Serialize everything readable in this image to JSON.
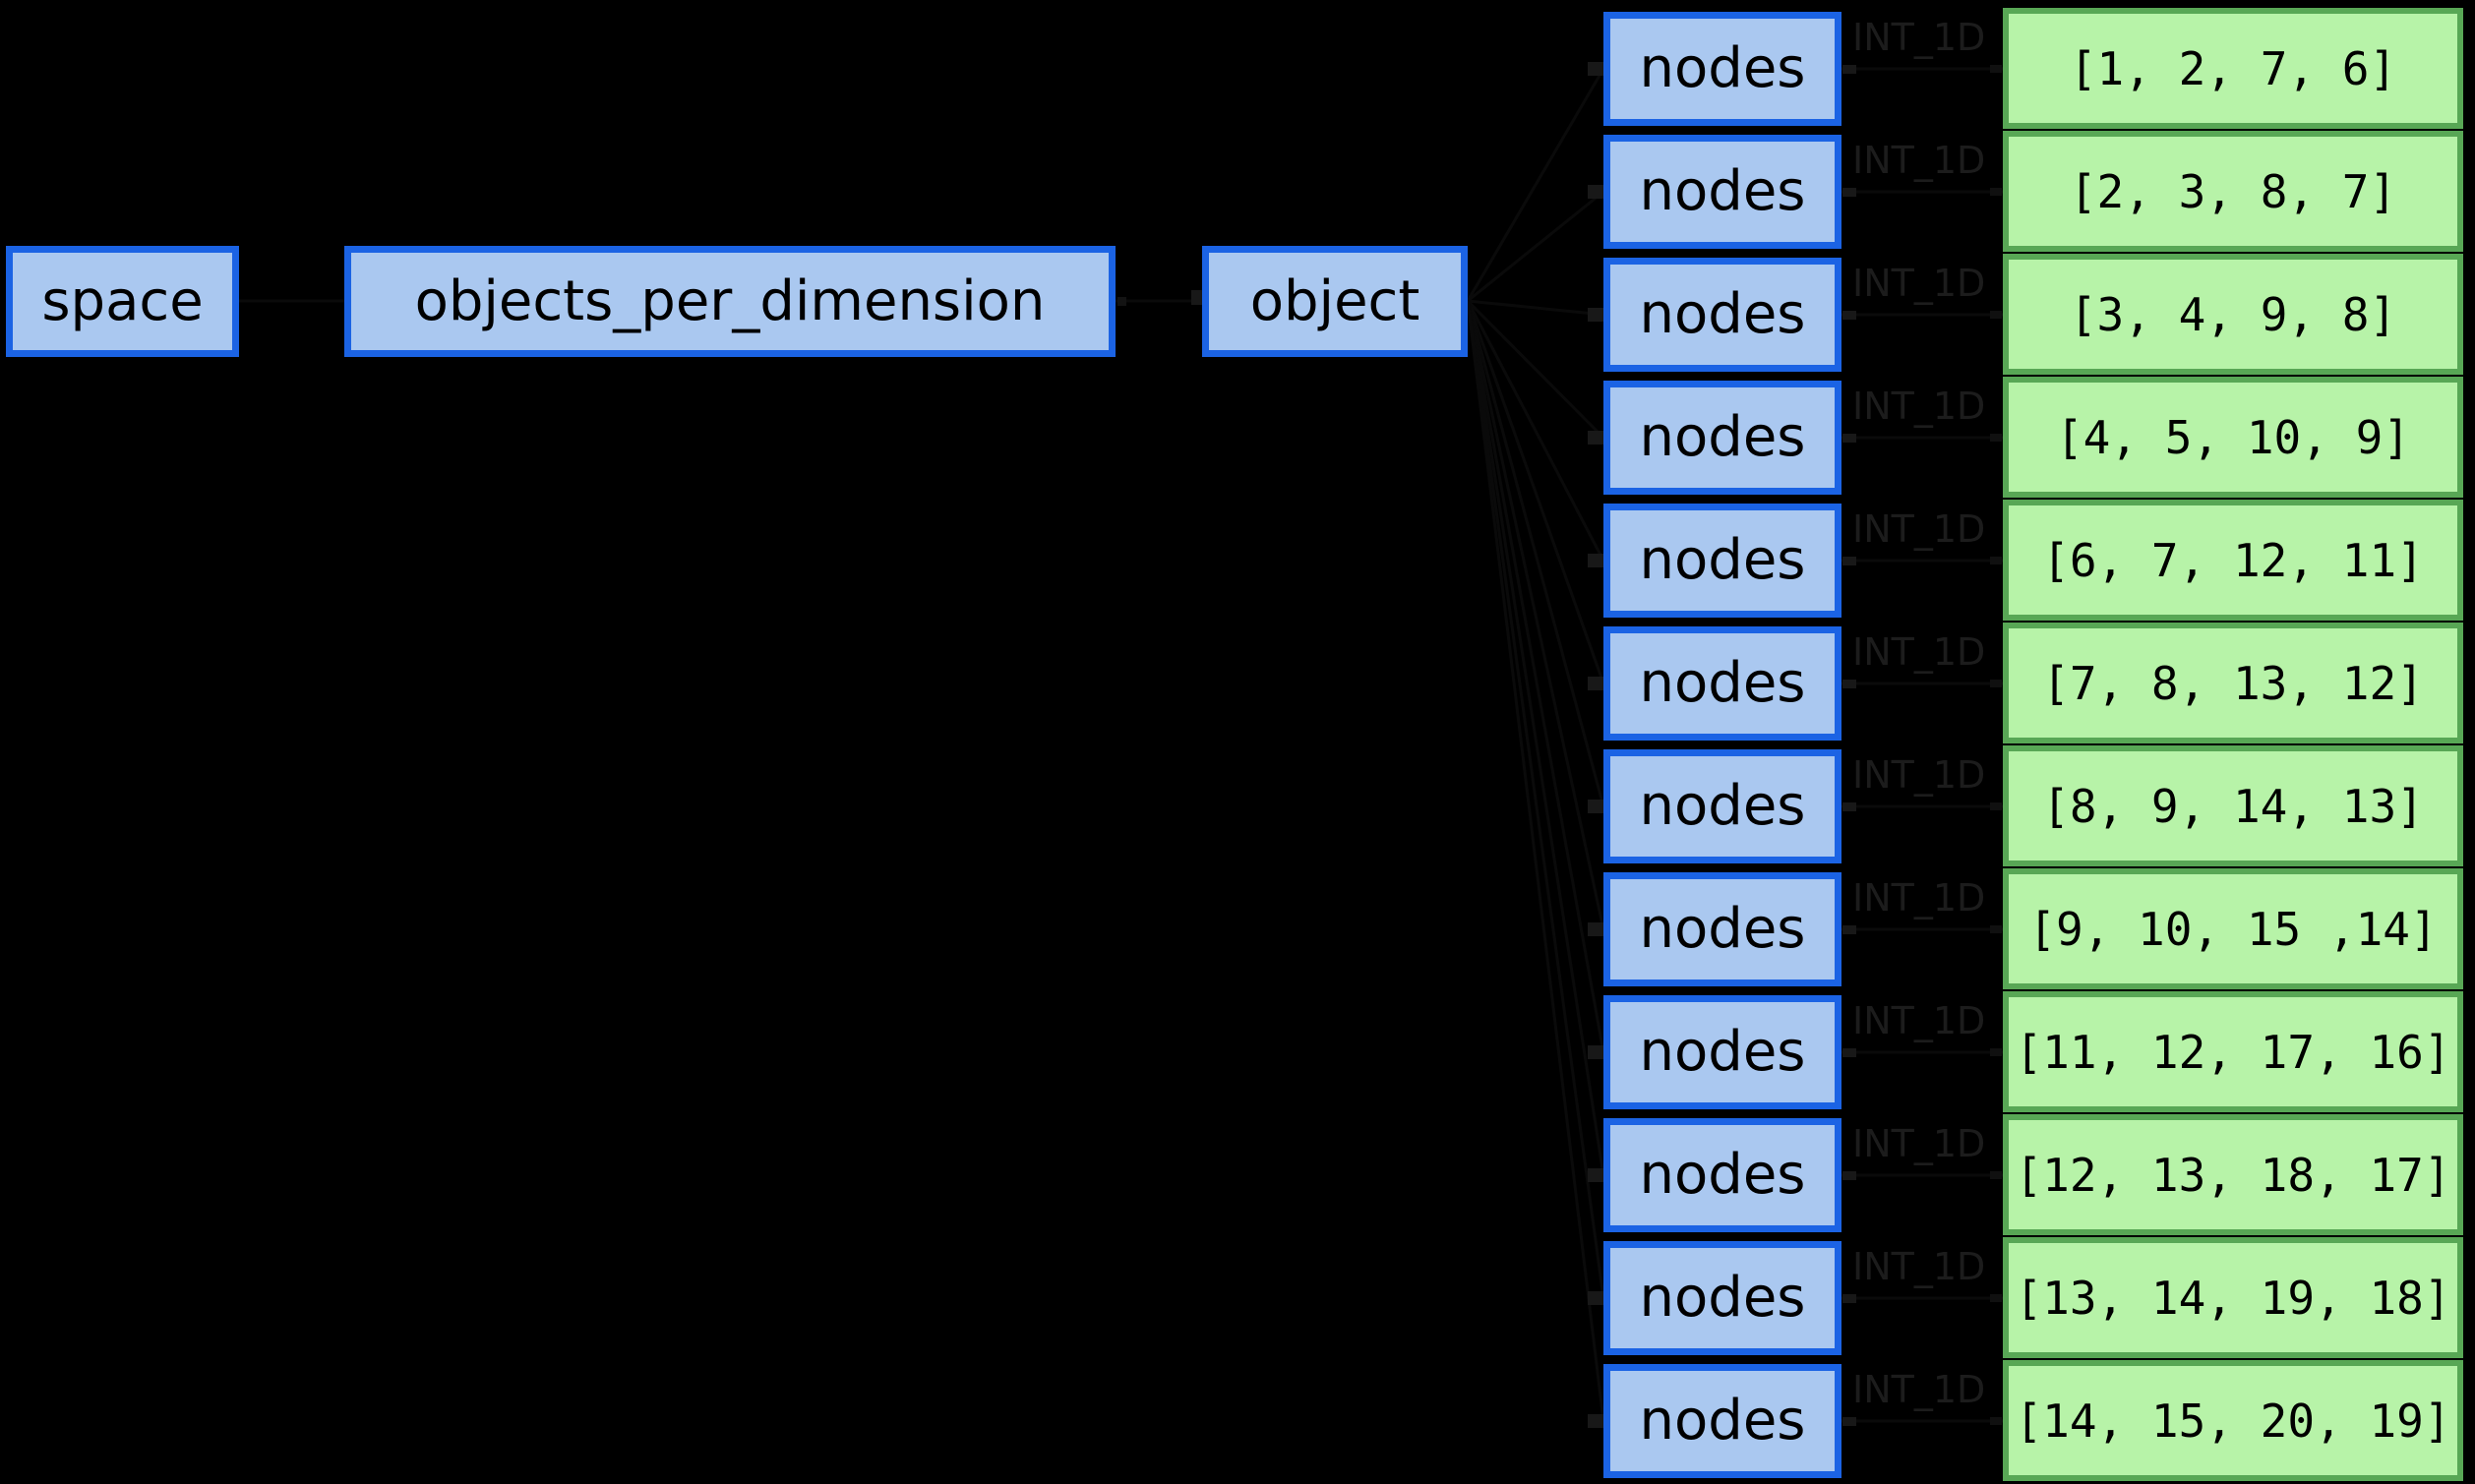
{
  "diagram": {
    "description": "Object structure graph: space and objects_per_dimension feed into object, which links to twelve nodes datasets, each labeled INT_1D and holding an integer array",
    "background_color": "#000000",
    "colors": {
      "node_border": "#1b63e4",
      "node_fill": "#aac8f0",
      "value_border": "#58a755",
      "value_fill": "#b7f3a8",
      "edge": "#0a0a0a",
      "edge_label_text": "#1c1c1c",
      "box_text": "#000000"
    },
    "root_nodes": [
      {
        "label": "space"
      },
      {
        "label": "objects_per_dimension"
      },
      {
        "label": "object"
      }
    ],
    "rows": [
      {
        "node_label": "nodes",
        "edge_label": "INT_1D",
        "value": "[1, 2, 7, 6]"
      },
      {
        "node_label": "nodes",
        "edge_label": "INT_1D",
        "value": "[2, 3, 8, 7]"
      },
      {
        "node_label": "nodes",
        "edge_label": "INT_1D",
        "value": "[3, 4, 9, 8]"
      },
      {
        "node_label": "nodes",
        "edge_label": "INT_1D",
        "value": "[4, 5, 10, 9]"
      },
      {
        "node_label": "nodes",
        "edge_label": "INT_1D",
        "value": "[6, 7, 12, 11]"
      },
      {
        "node_label": "nodes",
        "edge_label": "INT_1D",
        "value": "[7, 8, 13, 12]"
      },
      {
        "node_label": "nodes",
        "edge_label": "INT_1D",
        "value": "[8, 9, 14, 13]"
      },
      {
        "node_label": "nodes",
        "edge_label": "INT_1D",
        "value": "[9, 10, 15 ,14]"
      },
      {
        "node_label": "nodes",
        "edge_label": "INT_1D",
        "value": "[11, 12, 17, 16]"
      },
      {
        "node_label": "nodes",
        "edge_label": "INT_1D",
        "value": "[12, 13, 18, 17]"
      },
      {
        "node_label": "nodes",
        "edge_label": "INT_1D",
        "value": "[13, 14, 19, 18]"
      },
      {
        "node_label": "nodes",
        "edge_label": "INT_1D",
        "value": "[14, 15, 20, 19]"
      }
    ]
  }
}
